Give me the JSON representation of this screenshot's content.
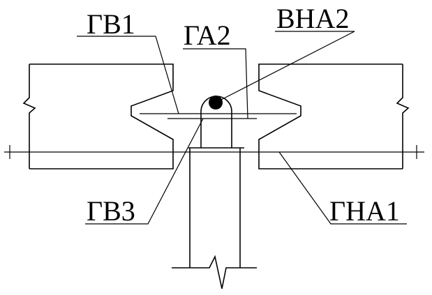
{
  "labels": {
    "gv1": "ГВ1",
    "ga2": "ГА2",
    "vna2": "ВНА2",
    "gv3": "ГВ3",
    "gna1": "ГНА1"
  },
  "colors": {
    "line": "#000000",
    "background": "#ffffff"
  }
}
